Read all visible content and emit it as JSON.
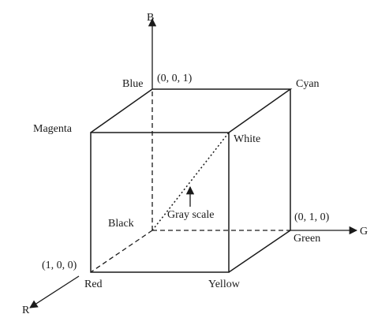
{
  "axes": {
    "b": "B",
    "g": "G",
    "r": "R"
  },
  "vertices": {
    "blue": "Blue",
    "blue_coord": "(0, 0, 1)",
    "cyan": "Cyan",
    "magenta": "Magenta",
    "white": "White",
    "black": "Black",
    "green": "Green",
    "green_coord": "(0, 1, 0)",
    "red": "Red",
    "red_coord": "(1, 0, 0)",
    "yellow": "Yellow"
  },
  "gray_scale_label": "Gray scale"
}
